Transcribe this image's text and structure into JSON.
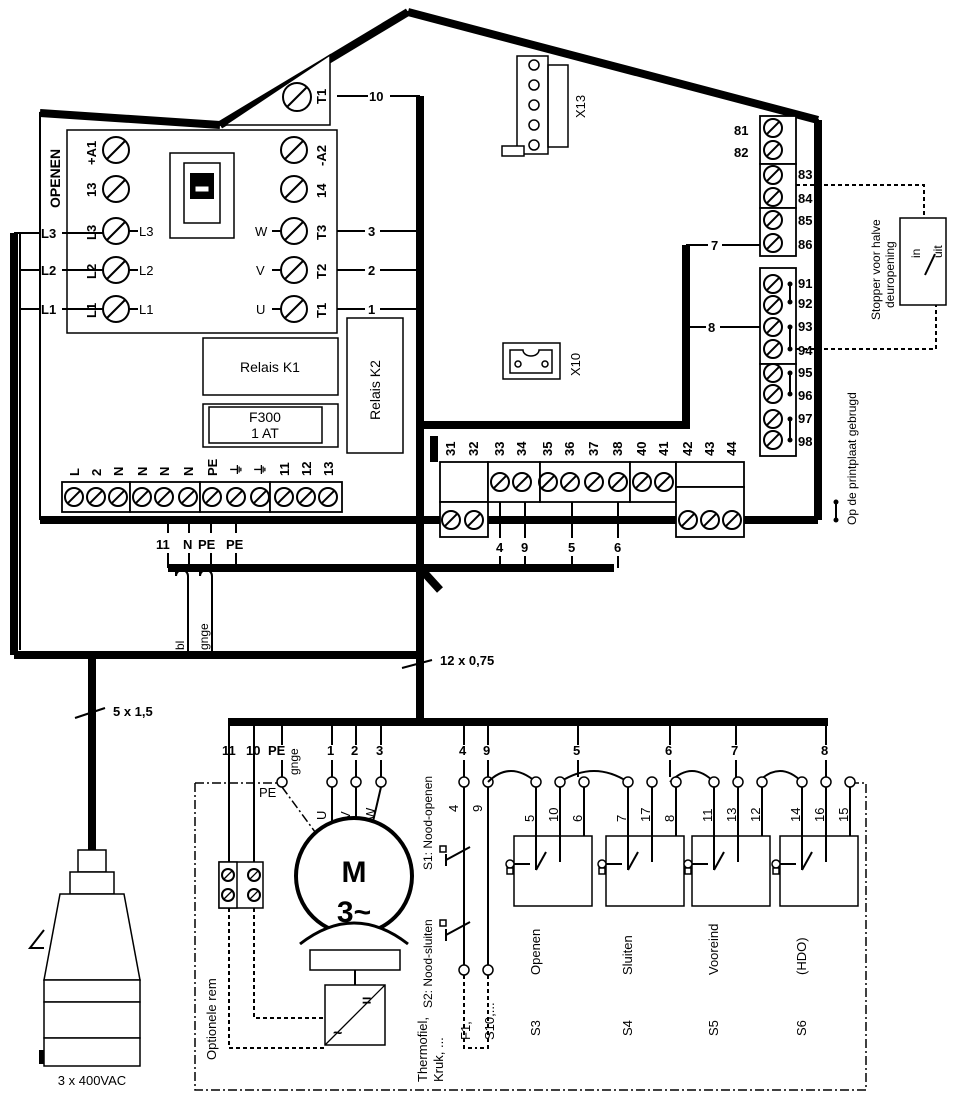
{
  "board": {
    "contactor_title": "OPENEN",
    "contactor_top_left": [
      "+A1",
      "13",
      "L3",
      "L2",
      "L1"
    ],
    "contactor_top_right": [
      "-A2",
      "14",
      "T3",
      "T2",
      "T1"
    ],
    "contactor_left_out": [
      "L3",
      "L2",
      "L1"
    ],
    "contactor_right_out": [
      "W",
      "V",
      "U"
    ],
    "t1_label": "T1",
    "relay_k1": "Relais K1",
    "relay_k2": "Relais K2",
    "fuse_name": "F300",
    "fuse_rating": "1 AT",
    "x10_label": "X10",
    "x13_label": "X13",
    "bottom_terminals": [
      "L",
      "2",
      "N",
      "N",
      "N",
      "N",
      "PE",
      "⏚",
      "⏚",
      "11",
      "12",
      "13"
    ],
    "mid_terminals": [
      "31",
      "32",
      "33",
      "34",
      "35",
      "36",
      "37",
      "38",
      "40",
      "41",
      "42",
      "43",
      "44"
    ],
    "right_terminals": [
      "81",
      "82",
      "83",
      "84",
      "85",
      "86",
      "91",
      "92",
      "93",
      "94",
      "95",
      "96",
      "97",
      "98"
    ],
    "printplaat_note": "Op de printplaat gebrugd",
    "stopper_label_1": "Stopper voor halve",
    "stopper_label_2": "deuropening",
    "stopper_in": "in",
    "stopper_uit": "uit"
  },
  "wires": {
    "w10": "10",
    "w3": "3",
    "w2": "2",
    "w1": "1",
    "w7": "7",
    "w8": "8",
    "left_feed": [
      "L3",
      "L2",
      "L1"
    ],
    "under_board_left": [
      "11",
      "N",
      "PE",
      "PE"
    ],
    "under_board_mid": [
      "4",
      "9",
      "5",
      "6"
    ],
    "color_bl": "bl",
    "color_gnge": "gnge",
    "cable_main": "12 x 0,75",
    "cable_supply": "5 x 1,5",
    "bus_labels": [
      "11",
      "10",
      "PE",
      "gnge",
      "1",
      "2",
      "3",
      "4",
      "9",
      "5",
      "6",
      "7",
      "8"
    ]
  },
  "motor_unit": {
    "pe_label": "PE",
    "phase_labels": [
      "U",
      "V",
      "W"
    ],
    "motor_symbol": "M",
    "motor_phase": "3~",
    "rectifier_dc": "=",
    "rectifier_ac": "~",
    "brake_label": "Optionele rem",
    "s1_label": "S1: Nood-openen",
    "s2_label": "S2: Nood-sluiten",
    "emergency_numbers": [
      "4",
      "9"
    ],
    "thermo_1": "Thermofiel,",
    "thermo_2": "Kruk, ...",
    "thermo_3": "F1,",
    "thermo_4": "S10,...",
    "switches": [
      {
        "nums": [
          "5",
          "10",
          "6"
        ],
        "name": "Openen",
        "code": "S3"
      },
      {
        "nums": [
          "7",
          "17",
          "8"
        ],
        "name": "Sluiten",
        "code": "S4"
      },
      {
        "nums": [
          "11",
          "13",
          "12"
        ],
        "name": "Vooreind",
        "code": "S5"
      },
      {
        "nums": [
          "14",
          "16",
          "15"
        ],
        "name": "(HDO)",
        "code": "S6"
      }
    ]
  },
  "plug": {
    "voltage": "3 x 400VAC"
  }
}
